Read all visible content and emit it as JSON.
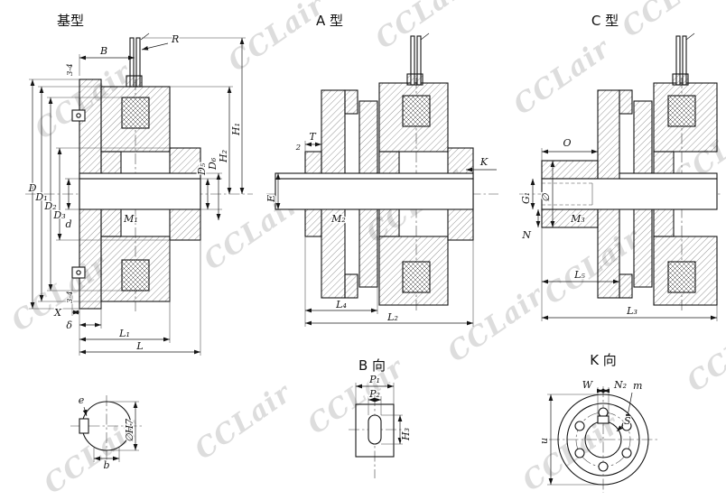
{
  "watermark": "CCLair",
  "views": {
    "base": {
      "title": "基型",
      "labels": {
        "R": "R",
        "B": "B",
        "D": "D",
        "D1": "D₁",
        "D2": "D₂",
        "D3": "D₃",
        "d": "d",
        "D5": "D₅",
        "D6": "D₆",
        "M1": "M₁",
        "H2": "H₂",
        "H1": "H₁",
        "holes_top": "3-4",
        "holes_bottom": "3-4",
        "X": "X",
        "delta": "δ",
        "L1": "L₁",
        "L": "L"
      }
    },
    "a": {
      "title": "A 型",
      "labels": {
        "T": "T",
        "n2": "2",
        "E": "E",
        "M2": "M₂",
        "L4": "L₄",
        "L2": "L₂",
        "K": "K"
      }
    },
    "c": {
      "title": "C 型",
      "labels": {
        "O": "O",
        "G1": "G₁",
        "phi": "∅",
        "M3": "M₃",
        "N": "N",
        "L5": "L₅",
        "L3": "L₃"
      }
    },
    "bore": {
      "labels": {
        "e": "e",
        "phiH7": "∅H7",
        "b": "b"
      }
    },
    "b_view": {
      "title": "B 向",
      "labels": {
        "P1": "P₁",
        "P2": "P₂",
        "H3": "H₃"
      }
    },
    "k_view": {
      "title": "K 向",
      "labels": {
        "W": "W",
        "N2": "N₂",
        "m": "m",
        "u": "u",
        "S": "S"
      }
    }
  }
}
